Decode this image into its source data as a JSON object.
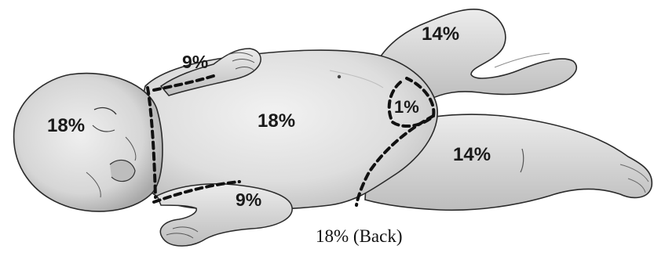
{
  "figure": {
    "labels": {
      "head": "18%",
      "arm_upper": "9%",
      "arm_lower": "9%",
      "trunk": "18%",
      "genitals": "1%",
      "leg_upper": "14%",
      "leg_lower": "14%"
    },
    "caption": "18% (Back)"
  },
  "colors": {
    "skin_light": "#e9e9e9",
    "skin_mid": "#cfcfcf",
    "skin_dark": "#9a9a9a",
    "outline": "#2a2a2a",
    "boundary_dashes": "#111111",
    "background": "#ffffff"
  }
}
